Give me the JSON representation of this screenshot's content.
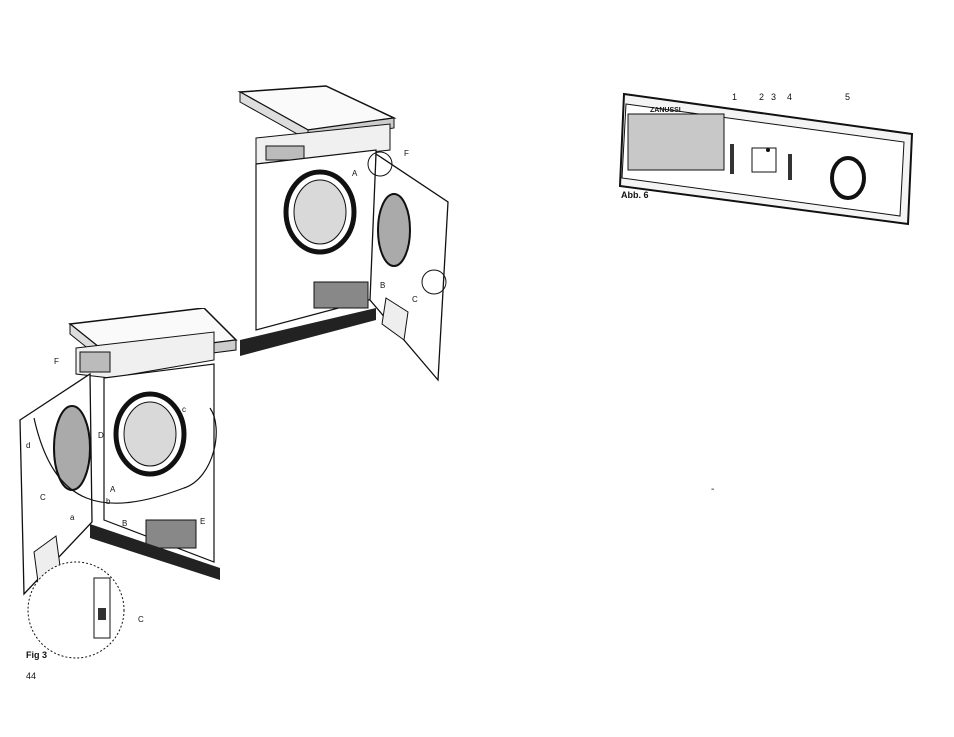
{
  "left_figure": {
    "caption": "Fig 3",
    "callouts_top": [
      "A",
      "F",
      "B",
      "C"
    ],
    "callouts_bottom": [
      "F",
      "D",
      "C",
      "A",
      "b",
      "a",
      "B",
      "E",
      "d",
      "c"
    ],
    "inset_label": "C"
  },
  "page_number": "44",
  "right_figure": {
    "caption": "Abb. 6",
    "brand": "ZANUSSI",
    "callouts": [
      "1",
      "2",
      "3",
      "4",
      "5"
    ]
  },
  "stray_mark": "-"
}
